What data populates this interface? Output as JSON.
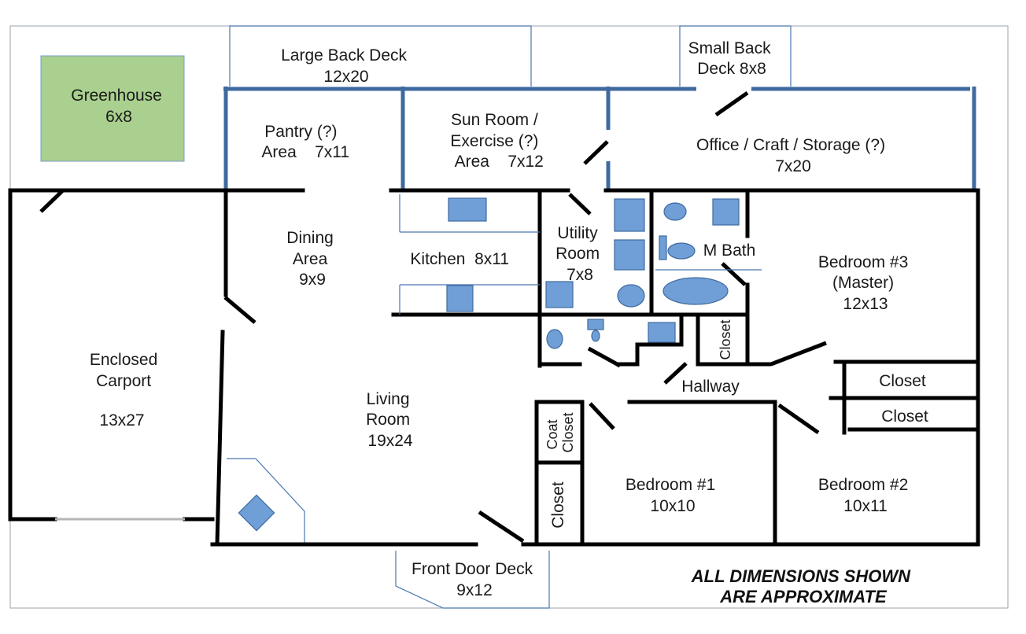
{
  "rooms": {
    "greenhouse": [
      "Greenhouse",
      "6x8"
    ],
    "large_back_deck": [
      "Large Back Deck",
      "12x20"
    ],
    "small_back_deck": [
      "Small Back",
      "Deck 8x8"
    ],
    "pantry": [
      "Pantry (?)",
      "Area    7x11"
    ],
    "sun_room": [
      "Sun Room /",
      "Exercise (?)",
      "Area    7x12"
    ],
    "office": [
      "Office / Craft / Storage (?)",
      "7x20"
    ],
    "dining": [
      "Dining",
      "Area",
      "9x9"
    ],
    "kitchen": [
      "Kitchen  8x11"
    ],
    "utility": [
      "Utility",
      "Room",
      "7x8"
    ],
    "m_bath": [
      "M Bath"
    ],
    "bedroom3": [
      "Bedroom #3",
      "(Master)",
      "12x13"
    ],
    "carport": [
      "Enclosed",
      "Carport",
      "13x27"
    ],
    "living": [
      "Living",
      "Room",
      "19x24"
    ],
    "closet_bath": [
      "Closet"
    ],
    "hallway": [
      "Hallway"
    ],
    "closet_right_1": [
      "Closet"
    ],
    "closet_right_2": [
      "Closet"
    ],
    "coat_closet": [
      "Coat",
      "Closet"
    ],
    "closet_lower": [
      "Closet"
    ],
    "bedroom1": [
      "Bedroom #1",
      "10x10"
    ],
    "bedroom2": [
      "Bedroom #2",
      "10x11"
    ],
    "front_deck": [
      "Front Door Deck",
      "9x12"
    ]
  },
  "note": [
    "ALL DIMENSIONS SHOWN",
    "ARE APPROXIMATE"
  ],
  "colors": {
    "greenhouse_fill": "#a9d08e",
    "fixture_fill": "#6f9fd6",
    "addition_wall": "#3f6aa0",
    "wall": "#000000"
  }
}
